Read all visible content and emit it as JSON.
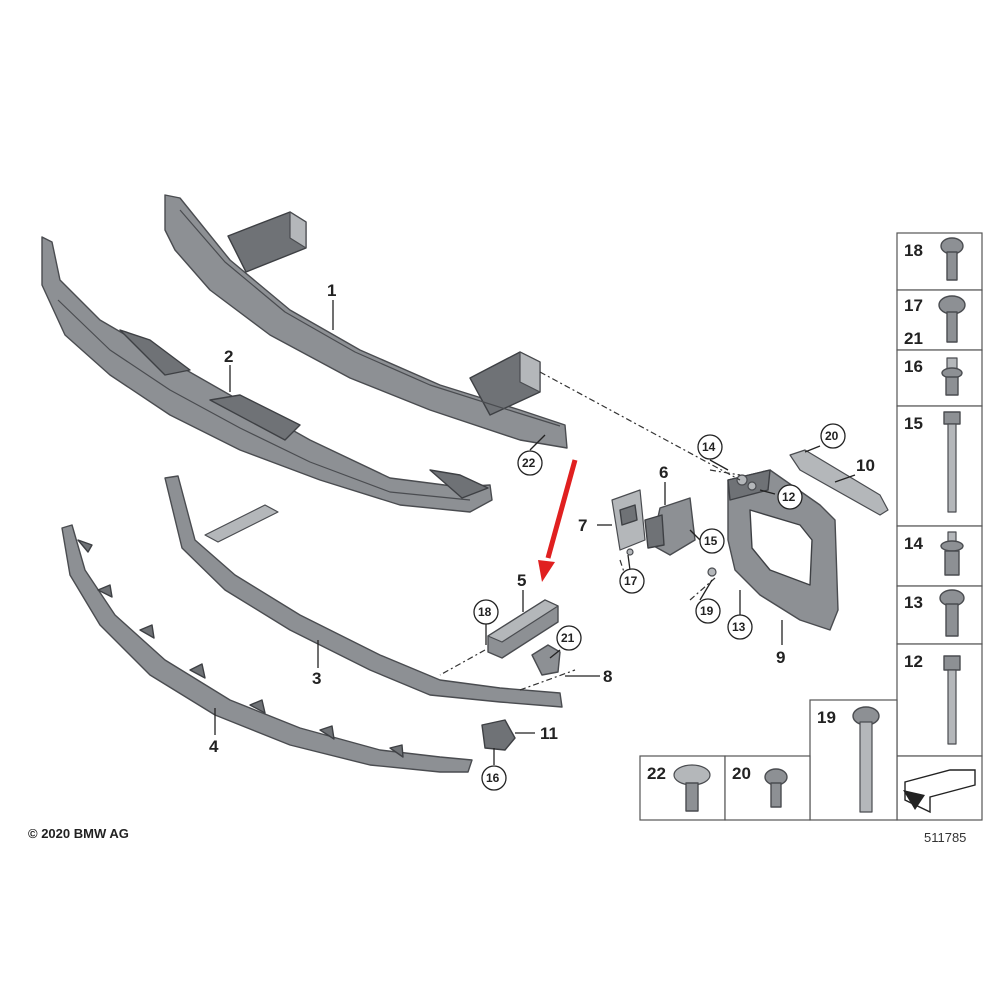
{
  "diagram": {
    "callouts": {
      "p1": "1",
      "p2": "2",
      "p3": "3",
      "p4": "4",
      "p5": "5",
      "p6": "6",
      "p7": "7",
      "p8": "8",
      "p9": "9",
      "p10": "10",
      "p11": "11"
    },
    "circled": {
      "c22": "22",
      "c14": "14",
      "c20": "20",
      "c12": "12",
      "c15": "15",
      "c17": "17",
      "c19": "19",
      "c13": "13",
      "c18": "18",
      "c21": "21",
      "c16": "16"
    },
    "panel": {
      "p18": "18",
      "p17": "17",
      "p21": "21",
      "p16": "16",
      "p15": "15",
      "p14": "14",
      "p13": "13",
      "p12": "12",
      "p19": "19",
      "p22": "22",
      "p20": "20"
    },
    "copyright": "© 2020 BMW AG",
    "diagram_number": "511785",
    "colors": {
      "part": "#8d9094",
      "highlight_arrow": "#e02020",
      "outline": "#4a4c50"
    }
  }
}
